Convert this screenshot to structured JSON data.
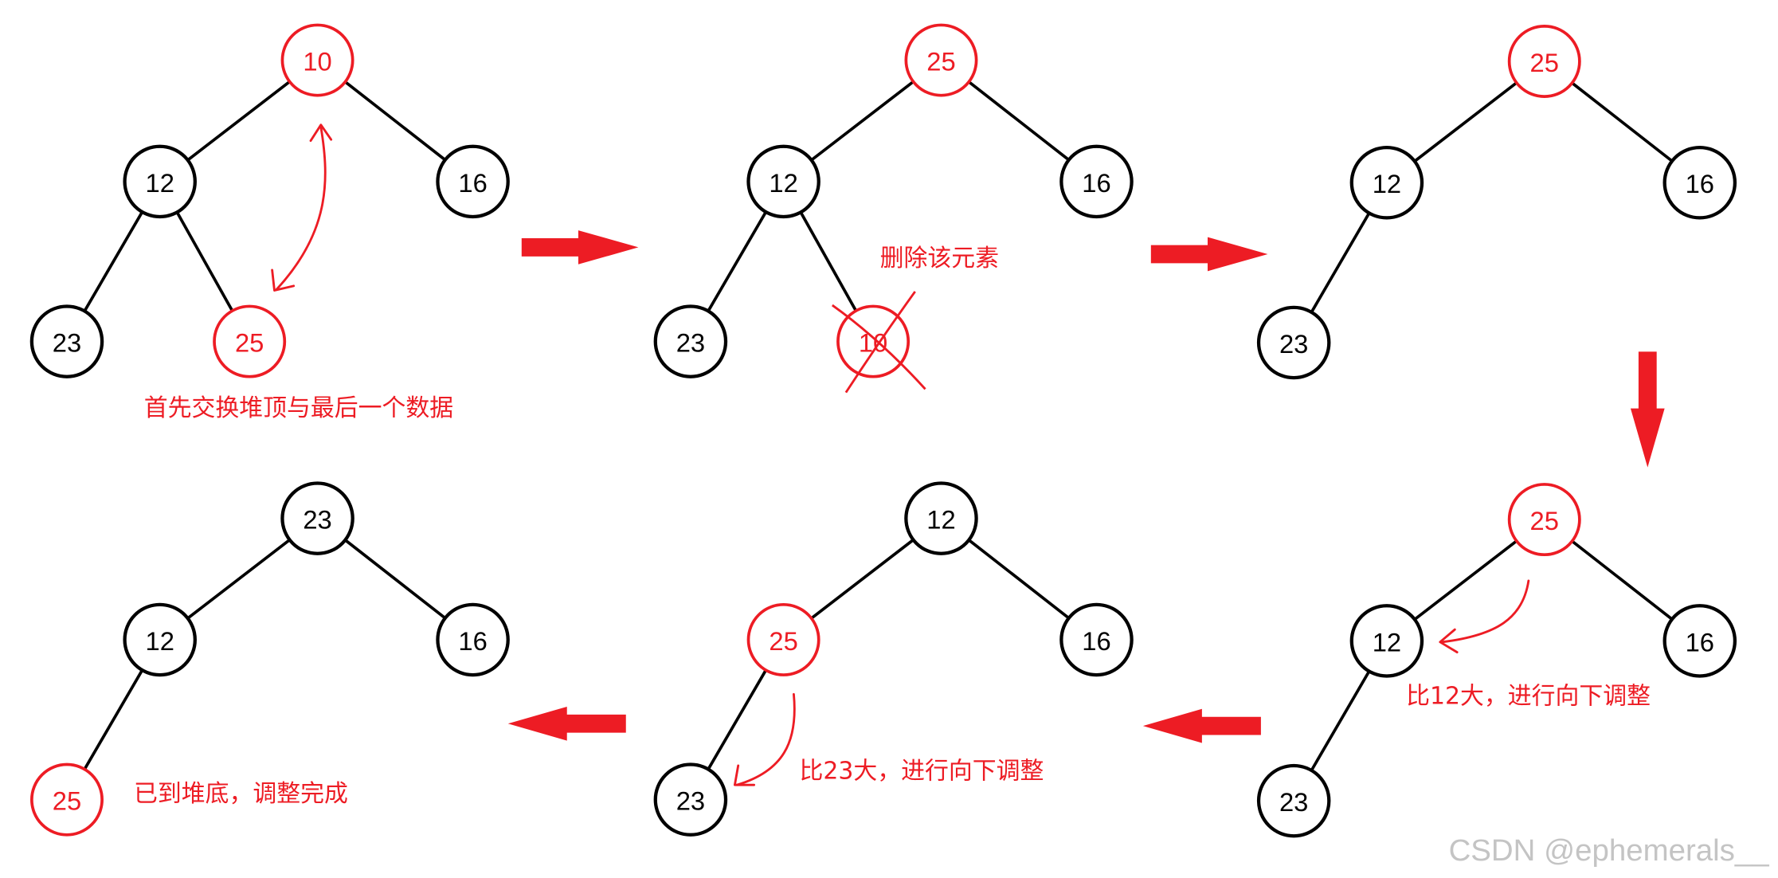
{
  "colors": {
    "highlight": "#ed1c24",
    "node_stroke": "#000000",
    "node_fill": "#ffffff",
    "text": "#000000",
    "watermark": "#c4c4c4"
  },
  "panels": [
    {
      "nodes": [
        {
          "value": "10",
          "highlight": true
        },
        {
          "value": "12"
        },
        {
          "value": "16"
        },
        {
          "value": "23"
        },
        {
          "value": "25",
          "highlight": true
        }
      ],
      "note": "首先交换堆顶与最后一个数据",
      "arrow": {
        "from": 0,
        "to": 4,
        "double_headed": true
      }
    },
    {
      "nodes": [
        {
          "value": "25",
          "highlight": true
        },
        {
          "value": "12"
        },
        {
          "value": "16"
        },
        {
          "value": "23"
        },
        {
          "value": "10",
          "highlight": true,
          "crossed_out": true
        }
      ],
      "note": "删除该元素"
    },
    {
      "nodes": [
        {
          "value": "25",
          "highlight": true
        },
        {
          "value": "12"
        },
        {
          "value": "16"
        },
        {
          "value": "23"
        }
      ]
    },
    {
      "nodes": [
        {
          "value": "25",
          "highlight": true
        },
        {
          "value": "12"
        },
        {
          "value": "16"
        },
        {
          "value": "23"
        }
      ],
      "note": "比12大，进行向下调整",
      "arrow": {
        "from": 0,
        "to": 1,
        "double_headed": false
      }
    },
    {
      "nodes": [
        {
          "value": "12"
        },
        {
          "value": "25",
          "highlight": true
        },
        {
          "value": "16"
        },
        {
          "value": "23"
        }
      ],
      "note": "比23大，进行向下调整",
      "arrow": {
        "from": 1,
        "to": 3,
        "double_headed": false
      }
    },
    {
      "nodes": [
        {
          "value": "23"
        },
        {
          "value": "12"
        },
        {
          "value": "16"
        },
        {
          "value": "25",
          "highlight": true
        }
      ],
      "note": "已到堆底，调整完成"
    }
  ],
  "watermark": "CSDN @ephemerals__"
}
